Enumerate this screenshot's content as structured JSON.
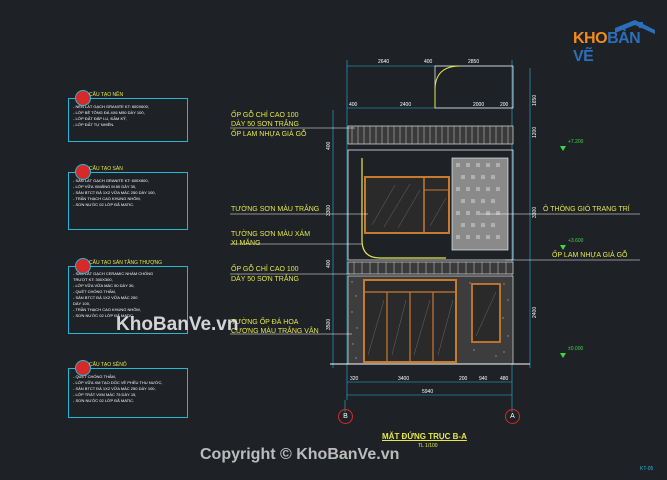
{
  "notes": [
    {
      "title": "CẤU TẠO NỀN",
      "lines": [
        "- NỀN LÁT GẠCH GRANITE KT: 600X600,",
        "- LỚP BÊ TÔNG ĐÁ 4X6 M50 DÀY 100,",
        "- LỚP ĐẤT ĐẮP LU, ĐẦM KỸ,",
        "- LỚP ĐẤT TỰ NHIÊN."
      ]
    },
    {
      "title": "CẤU TẠO SÀN",
      "lines": [
        "- SÀN LÁT GẠCH GRANITE KT: 600X600,",
        "- LỚP VỮA XIMĂNG M.50 DÀY 30,",
        "- SÀN BTCT ĐÁ 1X2 VỮA MÁC 250 DÀY 100,",
        "- TRẦN THẠCH CAO KHUNG NHÔM,",
        "- SƠN NƯỚC 02 LỚP ĐÃ MATIC."
      ]
    },
    {
      "title": "CẤU TẠO SÀN TẦNG THƯỢNG",
      "lines": [
        "- SÀN LÁT GẠCH CERAMIC NHÁM CHỐNG",
        "TRƯỢT KT: 300X300,",
        "- LỚP VỮA VỮA MÁC 50 DÀY 30,",
        "- QUÉT CHỐNG THẤM,",
        "- SÀN BTCT ĐÁ 1X2 VỮA MÁC 250",
        "DÀY 100,",
        "- TRẦN THẠCH CAO KHUNG NHÔM,",
        "- SƠN NƯỚC 02 LỚP ĐÃ MATIC."
      ]
    },
    {
      "title": "CẤU TẠO SÊNÔ",
      "lines": [
        "- QUÉT CHỐNG THẤM,",
        "- LỚP VỮA XM TẠO DỐC VỀ PHỄU THU NƯỚC,",
        "- SÀN BTCT ĐÁ 1X2 VỮA MÁC 250 DÀY 100,",
        "- LỚP TRÁT VXM MÁC 75 DÀY 15,",
        "- SƠN NƯỚC 02 LỚP ĐÃ MATIC."
      ]
    }
  ],
  "callouts": {
    "op_go_1": "ỐP GỖ CHỈ CAO 100",
    "day_son_1": "DÀY 50 SƠN TRẮNG",
    "op_lam_go": "ỐP LAM NHỰA GIẢ GỖ",
    "tuong_trang": "TƯỜNG SƠN MÀU TRẮNG",
    "tuong_xam": "TƯỜNG SƠN MÀU XÁM",
    "ximang": "XI MĂNG",
    "op_go_2": "ỐP GỖ CHỈ CAO 100",
    "day_son_2": "DÀY 50 SƠN TRẮNG",
    "op_da_hoa": "TƯỜNG ỐP ĐÁ HOA",
    "son_trang_van": "CƯƠNG MÀU TRẮNG VÂN",
    "o_thong_gio": "Ô THÔNG GIÓ TRANG TRÍ",
    "op_lam_go_r": "ỐP LAM NHỰA GIẢ GỖ"
  },
  "dims": {
    "top_a": "2640",
    "top_b": "400",
    "top_c": "2850",
    "row2_a": "400",
    "row2_b": "2400",
    "row2_c": "2000",
    "row2_d": "200",
    "bot_a": "320",
    "bot_b": "3400",
    "bot_c": "200",
    "bot_d": "940",
    "bot_e": "480",
    "total": "5940",
    "side_1": "1650",
    "side_2": "1200",
    "side_3": "3300",
    "side_4": "2400",
    "left_1": "400",
    "left_2": "3300",
    "left_3": "400",
    "left_4": "3500"
  },
  "levels": [
    "+7.200",
    "+3.600",
    "±0.000"
  ],
  "axes": {
    "left": "B",
    "right": "A"
  },
  "drawing_title": "MẶT ĐỨNG TRỤC B-A",
  "scale_note": "TL 1/100",
  "page_no": "KT-05",
  "logo": {
    "part1": "KHO",
    "part2": "BẢN VẼ"
  },
  "watermark_center": "KhoBanVe.vn",
  "copyright": "Copyright © KhoBanVe.vn",
  "colors": {
    "background": "#1e2126",
    "line_cyan": "#26b9d6",
    "text_yellow": "#e5e84a",
    "frame_brown": "#c87a2e",
    "level_green": "#3fd83f"
  }
}
